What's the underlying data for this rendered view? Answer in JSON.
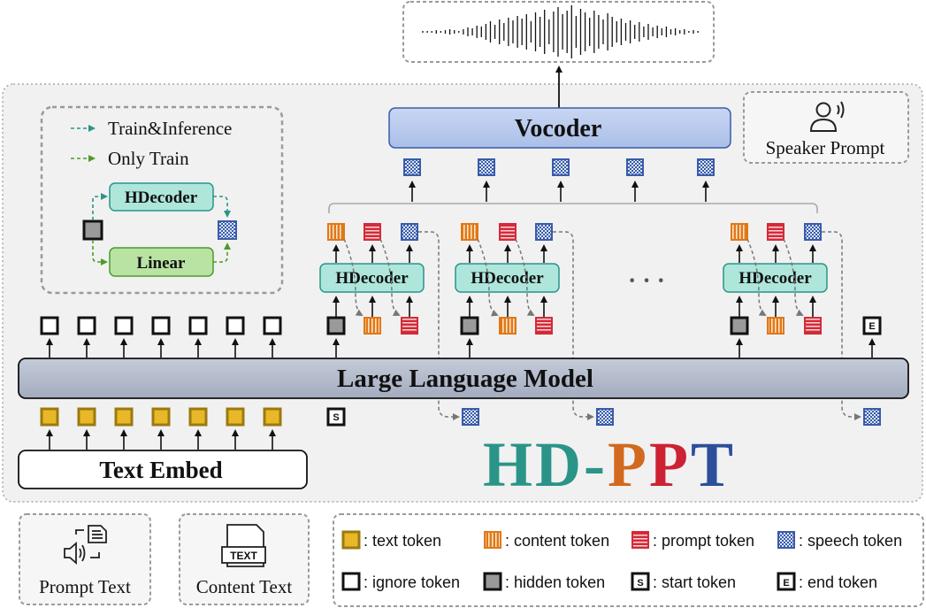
{
  "vocoder": {
    "label": "Vocoder"
  },
  "speaker_prompt": {
    "label": "Speaker Prompt"
  },
  "llm": {
    "label": "Large Language Model"
  },
  "text_embed": {
    "label": "Text Embed"
  },
  "brand": {
    "part1": "HD-",
    "p1": "P",
    "p2": "P",
    "t": "T",
    "colors": {
      "hd": "#2a9488",
      "p1": "#d2691e",
      "p2": "#cc2233",
      "t": "#2c4f9a"
    }
  },
  "hdecoder": {
    "label": "HDecoder"
  },
  "ellipsis": "· · ·",
  "legend_box": {
    "train_inference": "Train&Inference",
    "only_train": "Only Train",
    "hdecoder_label": "HDecoder",
    "linear_label": "Linear",
    "colors": {
      "train_inference": "#2a9488",
      "only_train": "#4e9a2b"
    }
  },
  "bottom": {
    "prompt_text": "Prompt Text",
    "content_text": "Content Text",
    "content_icon_text": "TEXT"
  },
  "token_legend": {
    "text_token": ": text token",
    "content_token": ": content token",
    "prompt_token": ": prompt token",
    "speech_token": ": speech token",
    "ignore_token": ": ignore token",
    "hidden_token": ": hidden token",
    "start_token": ": start token",
    "end_token": ": end token",
    "start_letter": "S",
    "end_letter": "E"
  },
  "token_colors": {
    "text": "#e8b828",
    "text_border": "#9a7a10",
    "content": "#e07818",
    "prompt": "#d42a38",
    "speech": "#3a5ca8",
    "hidden": "#9a9a9a"
  }
}
